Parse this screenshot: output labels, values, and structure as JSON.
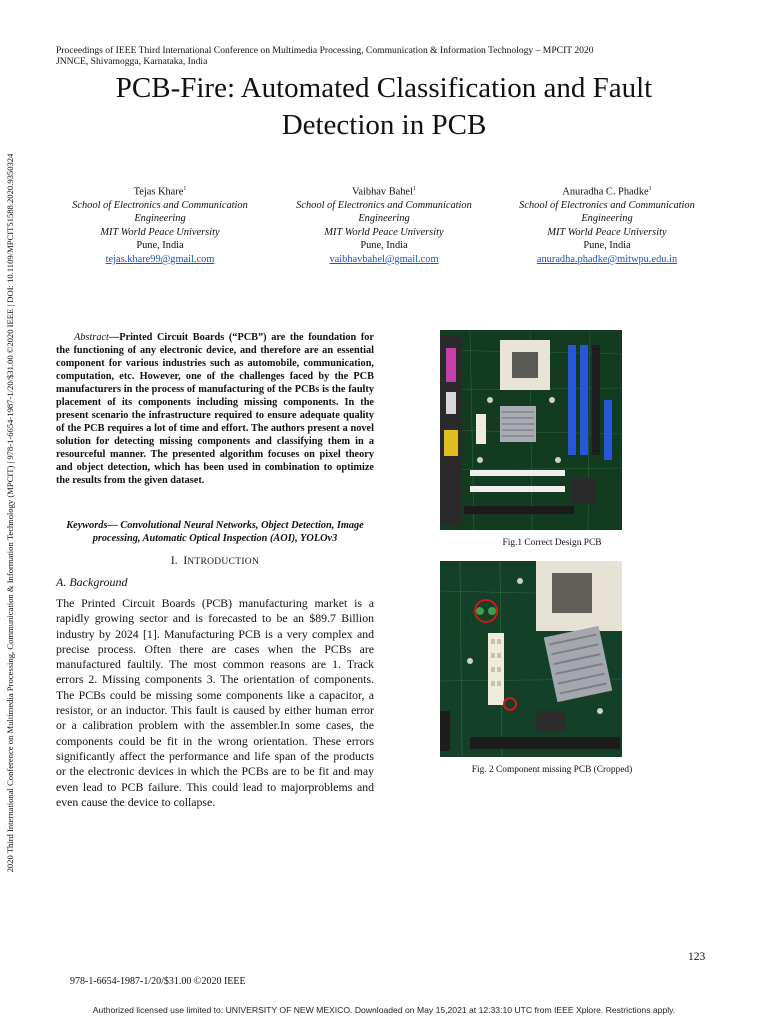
{
  "side_text": "2020 Third International Conference on Multimedia Processing, Communication & Information Technology (MPCIT) | 978-1-6654-1987-1/20/$31.00 ©2020 IEEE | DOI: 10.1109/MPCIT51588.2020.9350324",
  "proceedings": {
    "line1": "Proceedings of IEEE Third International Conference on Multimedia Processing, Communication & Information Technology – MPCIT 2020",
    "line2": "JNNCE, Shivamogga, Karnataka, India"
  },
  "title": {
    "line1": "PCB-Fire: Automated Classification and Fault",
    "line2": "Detection in PCB"
  },
  "authors": [
    {
      "name": "Tejas Khare",
      "sup": "1",
      "dept1": "School of Electronics and Communication",
      "dept2": "Engineering",
      "university": "MIT World Peace University",
      "city": "Pune, India",
      "email": "tejas.khare99@gmail.com"
    },
    {
      "name": "Vaibhav Bahel",
      "sup": "1",
      "dept1": "School of Electronics and Communication",
      "dept2": "Engineering",
      "university": "MIT World Peace University",
      "city": "Pune, India",
      "email": "vaibhavbahel@gmail.com"
    },
    {
      "name": "Anuradha C. Phadke",
      "sup": "1",
      "dept1": "School of Electronics and Communication",
      "dept2": "Engineering",
      "university": "MIT World Peace University",
      "city": "Pune, India",
      "email": "anuradha.phadke@mitwpu.edu.in"
    }
  ],
  "abstract": {
    "lead": "Abstract",
    "text": "—Printed Circuit Boards (“PCB”) are the foundation for the functioning of any electronic device, and therefore are an essential component for various industries such as automobile, communication, computation, etc. However, one of the challenges faced by the PCB manufacturers in the process of manufacturing of the PCBs is the faulty placement of its components including missing components. In the present scenario the infrastructure required to ensure adequate quality of the PCB requires a lot of time and effort. The authors present a novel solution for detecting missing components and classifying them in a resourceful manner. The presented algorithm focuses on pixel theory and object detection, which has been used in combination to optimize the results from the given dataset."
  },
  "keywords": "Keywords— Convolutional Neural Networks, Object Detection, Image processing, Automatic Optical Inspection (AOI), YOLOv3",
  "section": {
    "num": "I.",
    "initial": "I",
    "rest": "NTRODUCTION"
  },
  "subsection": "A.   Background",
  "body": "The Printed Circuit Boards (PCB) manufacturing market is a rapidly growing sector and is forecasted to be an $89.7 Billion industry by 2024 [1]. Manufacturing PCB is a very complex and precise process. Often there are cases when the PCBs are manufactured faultily. The most common reasons are 1. Track errors 2. Missing components 3. The orientation of components. The PCBs could be missing some components like a capacitor, a resistor, or an inductor. This fault is caused by either human error or a calibration problem with the assembler.In some cases, the components could be fit in the wrong orientation. These errors significantly affect the performance and life span of the products or the electronic devices in which the PCBs are to be fit and may even lead to PCB failure. This could lead to majorproblems and even cause the device to collapse.",
  "figures": [
    {
      "caption": "Fig.1 Correct Design PCB"
    },
    {
      "caption": "Fig. 2 Component missing PCB (Cropped)"
    }
  ],
  "page_number": "123",
  "isbn": "978-1-6654-1987-1/20/$31.00 ©2020 IEEE",
  "license": "Authorized licensed use limited to: UNIVERSITY OF NEW MEXICO. Downloaded on May 15,2021 at 12:33:10 UTC from IEEE Xplore.  Restrictions apply.",
  "colors": {
    "link": "#1a56c0",
    "pcb_green": "#0c2b16",
    "highlight_circle": "#d01818"
  }
}
